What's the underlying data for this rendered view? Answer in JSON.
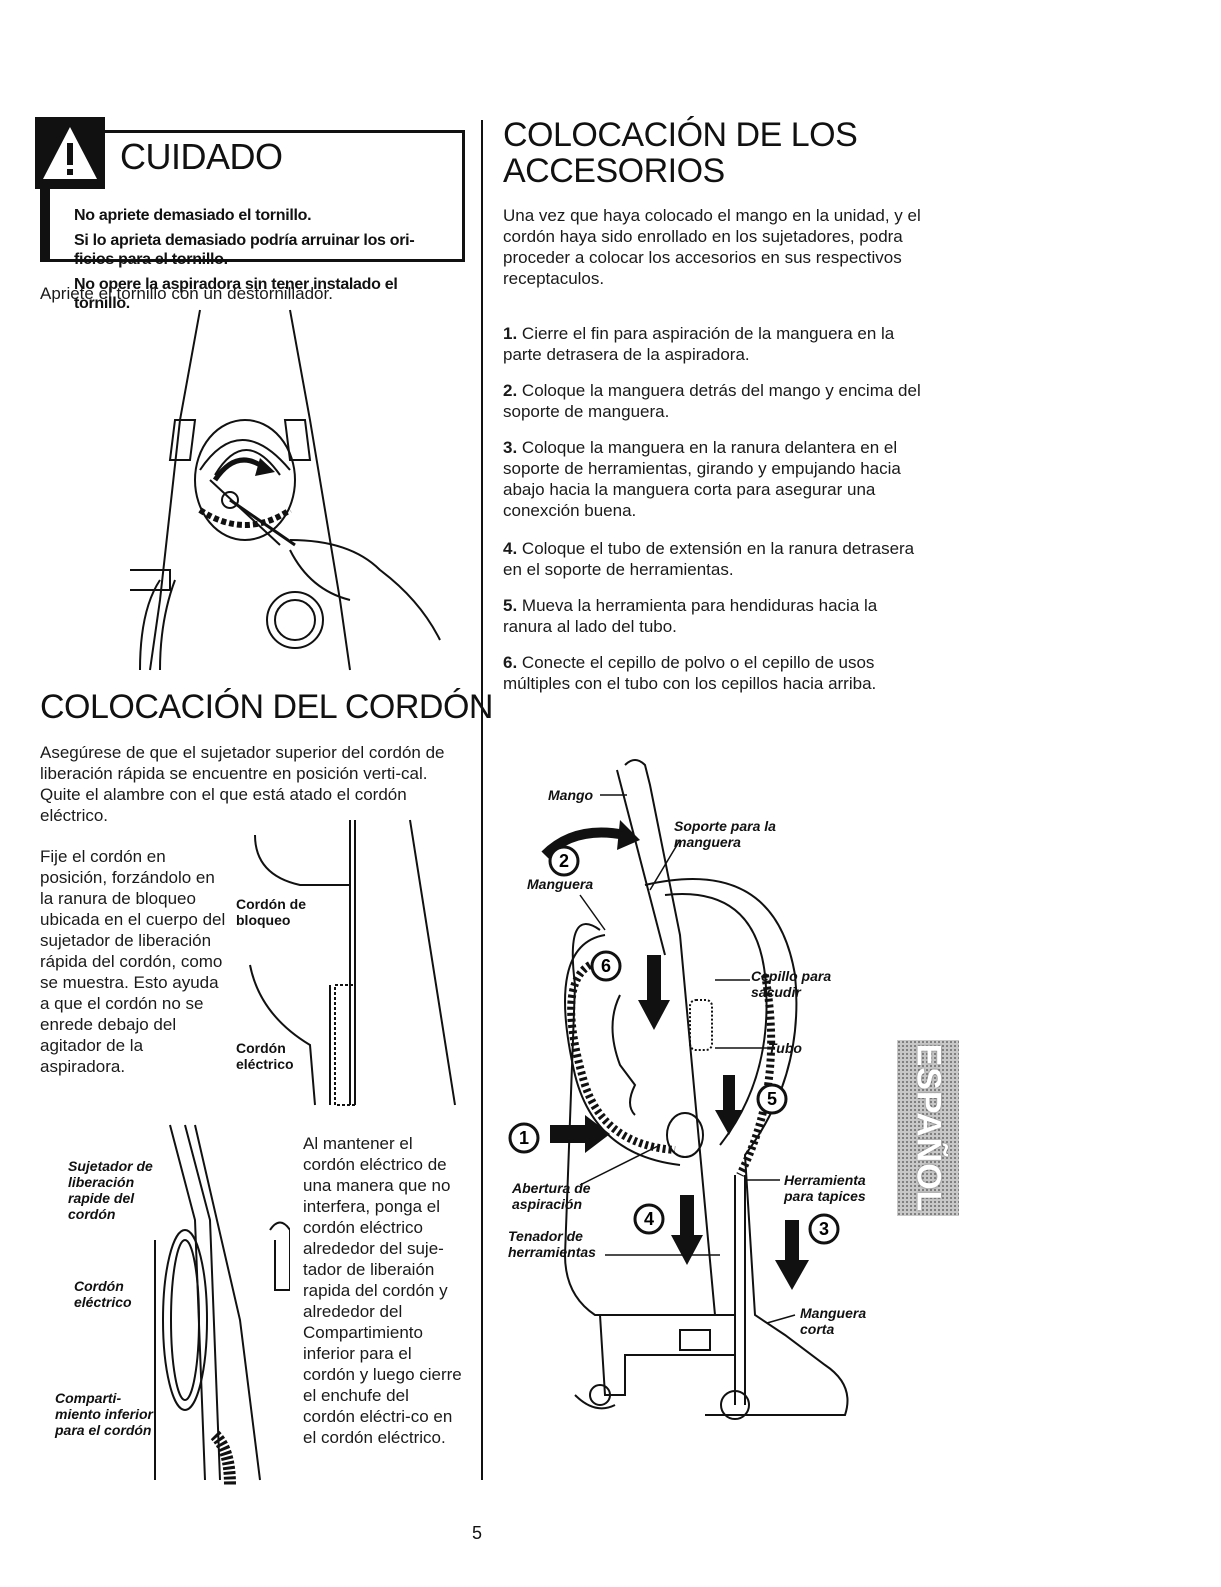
{
  "caution": {
    "icon": "warning-triangle-icon",
    "title": "CUIDADO",
    "lines": [
      "No apriete demasiado el tornillo.",
      "Si lo aprieta demasiado podría arruinar los ori-ficios para el tornillo.",
      "No opere la aspiradora sin tener instalado el tornillo."
    ]
  },
  "left": {
    "screw_instruction": "Apriete el tornillo con un destornillador.",
    "cord_heading": "COLOCACIÓN DEL CORDÓN",
    "cord_intro": "Asegúrese de que el sujetador superior del cordón de liberación rápida se encuentre en posición verti-cal. Quite el alambre con el que está atado el cordón eléctrico.",
    "cord_fix": "Fije el cordón en posición, forzándolo en la ranura de bloqueo ubicada en el cuerpo del sujetador de liberación rápida del cordón, como se muestra. Esto ayuda a que el cordón no se enrede debajo del agitador de la aspiradora.",
    "cord_wrap": "Al mantener el cordón eléctrico de una manera que no interfera, ponga el cordón eléctrico alrededor del suje-tador de liberaión rapida del cordón y alrededor del Compartimiento inferior para el cordón y luego cierre el enchufe del cordón eléctri-co en el cordón eléctrico.",
    "labels": {
      "lock_cord": "Cordón de bloqueo",
      "electric_cord_1": "Cordón eléctrico",
      "release": "Sujetador de liberación rapide del cordón",
      "electric_cord_2": "Cordón eléctrico",
      "compartment": "Comparti-miento inferior para el cordón"
    }
  },
  "right": {
    "heading": "COLOCACIÓN DE LOS ACCESORIOS",
    "intro": "Una vez que haya colocado el mango en la unidad, y el cordón haya sido enrollado en los sujetadores, podra proceder a colocar los accesorios en sus respectivos receptaculos.",
    "steps": [
      {
        "num": "1.",
        "text": "Cierre el fin para aspiración de la manguera en la parte detrasera de la aspiradora."
      },
      {
        "num": "2.",
        "text": "Coloque la manguera detrás del mango y encima del soporte de manguera."
      },
      {
        "num": "3.",
        "text": "Coloque la manguera en la ranura delantera en el soporte de herramientas, girando y empujando hacia abajo hacia la manguera corta para asegurar una conexción buena."
      },
      {
        "num": "4.",
        "text": "Coloque el tubo de extensión en la ranura detrasera en el soporte de herramientas."
      },
      {
        "num": "5.",
        "text": "Mueva la herramienta para hendiduras hacia la ranura al lado del tubo."
      },
      {
        "num": "6.",
        "text": "Conecte el cepillo de polvo o el cepillo de usos múltiples con el tubo con los cepillos hacia arriba."
      }
    ],
    "labels": {
      "mango": "Mango",
      "soporte": "Soporte para la manguera",
      "manguera": "Manguera",
      "cepillo": "Cepillo para sacudir",
      "tubo": "Tubo",
      "abertura": "Abertura de aspiración",
      "herramienta": "Herramienta para tapices",
      "tenedor": "Tenador de herramientas",
      "manguera_corta": "Manguera corta"
    },
    "callout_numbers": [
      "1",
      "2",
      "3",
      "4",
      "5",
      "6"
    ]
  },
  "tab_label": "ESPAÑOL",
  "page_number": "5"
}
